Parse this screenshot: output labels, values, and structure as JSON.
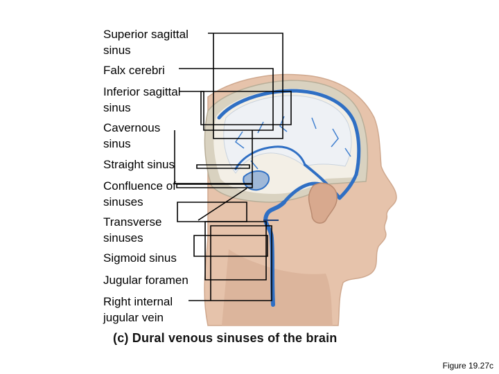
{
  "labels": [
    {
      "id": "superior-sagittal-sinus",
      "text": "Superior sagittal sinus"
    },
    {
      "id": "falx-cerebri",
      "text": "Falx cerebri"
    },
    {
      "id": "inferior-sagittal-sinus",
      "text": "Inferior sagittal sinus"
    },
    {
      "id": "cavernous-sinus",
      "text": "Cavernous sinus"
    },
    {
      "id": "straight-sinus",
      "text": "Straight sinus"
    },
    {
      "id": "confluence-of-sinuses",
      "text": "Confluence of sinuses"
    },
    {
      "id": "transverse-sinuses",
      "text": "Transverse sinuses"
    },
    {
      "id": "sigmoid-sinus",
      "text": "Sigmoid sinus"
    },
    {
      "id": "jugular-foramen",
      "text": "Jugular foramen"
    },
    {
      "id": "right-internal-jugular-vein",
      "text": "Right internal jugular vein"
    }
  ],
  "caption": "(c) Dural venous sinuses of the brain",
  "figure_ref": "Figure 19.27c",
  "colors": {
    "vein": "#2f6fc4",
    "skin": "#e6c3ab",
    "skull": "#d9d2c0",
    "brain_cavity": "#f3efe6",
    "dura": "#eef1f5",
    "leader": "#000000"
  }
}
